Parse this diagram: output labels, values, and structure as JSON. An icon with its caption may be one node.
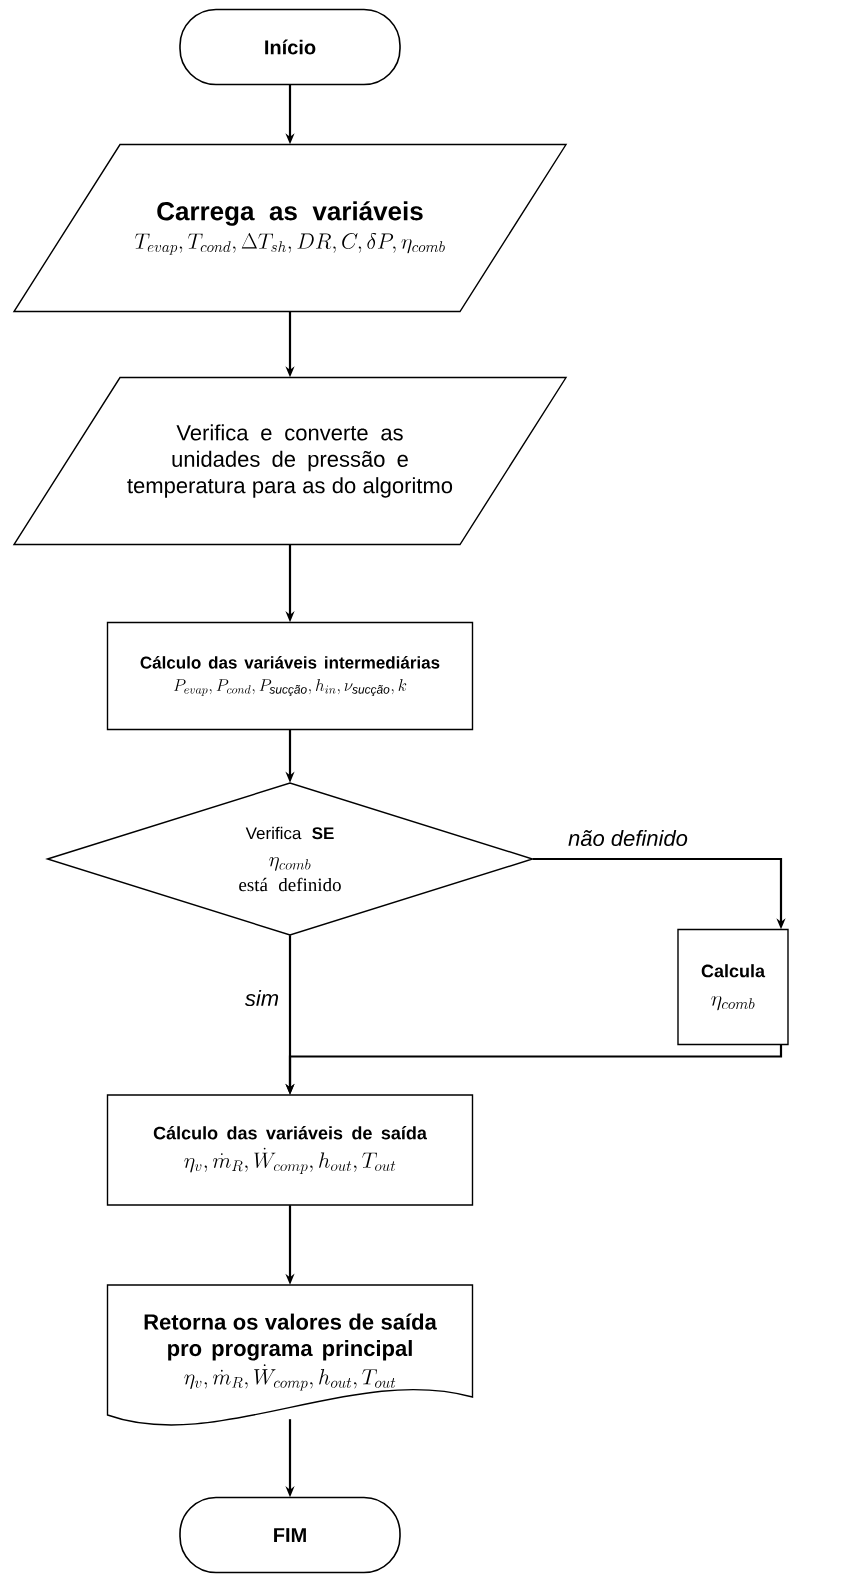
{
  "diagram": {
    "nodes": [
      {
        "text": [
          "Início"
        ]
      },
      {
        "text": [
          "Carrega as variáveis",
          "T_{evap}, T_{cond}, \\Delta T_{sh}, DR, C, \\delta P, \\eta_{comb}"
        ]
      },
      {
        "text": [
          "Verifica e converte as unidades de pressão e temperatura para as do algoritmo"
        ]
      },
      {
        "text": [
          "Cálculo das variáveis intermediárias",
          "P_{evap}, P_{cond}, P_{\\textit{sucção}}, h_{in}, \\nu_{\\textit{sucção}}, k"
        ]
      },
      {
        "text": [
          "Verifica **SE**",
          "\\eta_{comb}",
          "está definido"
        ]
      },
      {
        "text": [
          "Calcula",
          "\\eta_{comb}"
        ]
      },
      {
        "text": [
          "Cálculo das variáveis de saída",
          "\\eta_v, \\dot{m}_R, \\dot{W}_{comp}, h_{out}, T_{out}"
        ]
      },
      {
        "text": [
          "Retorna os valores de saída pro programa principal",
          "\\eta_v, \\dot{m}_R, \\dot{W}_{comp}, h_{out}, T_{out}"
        ]
      },
      {
        "text": [
          "FIM"
        ]
      }
    ],
    "edges": [
      {
        "from": 0,
        "to": 1,
        "arrow": "to"
      },
      {
        "from": 1,
        "to": 2,
        "arrow": "to"
      },
      {
        "from": 2,
        "to": 3,
        "arrow": "to"
      },
      {
        "from": 3,
        "to": 4,
        "arrow": "to"
      },
      {
        "from": 4,
        "to": 5,
        "arrow": "to",
        "label": "não definido"
      },
      {
        "from": 4,
        "to": 6,
        "arrow": "to",
        "label": "sim"
      },
      {
        "from": 5,
        "to": 6,
        "arrow": "to"
      },
      {
        "from": 6,
        "to": 7,
        "arrow": "to"
      },
      {
        "from": 7,
        "to": 8,
        "arrow": "to"
      }
    ]
  }
}
